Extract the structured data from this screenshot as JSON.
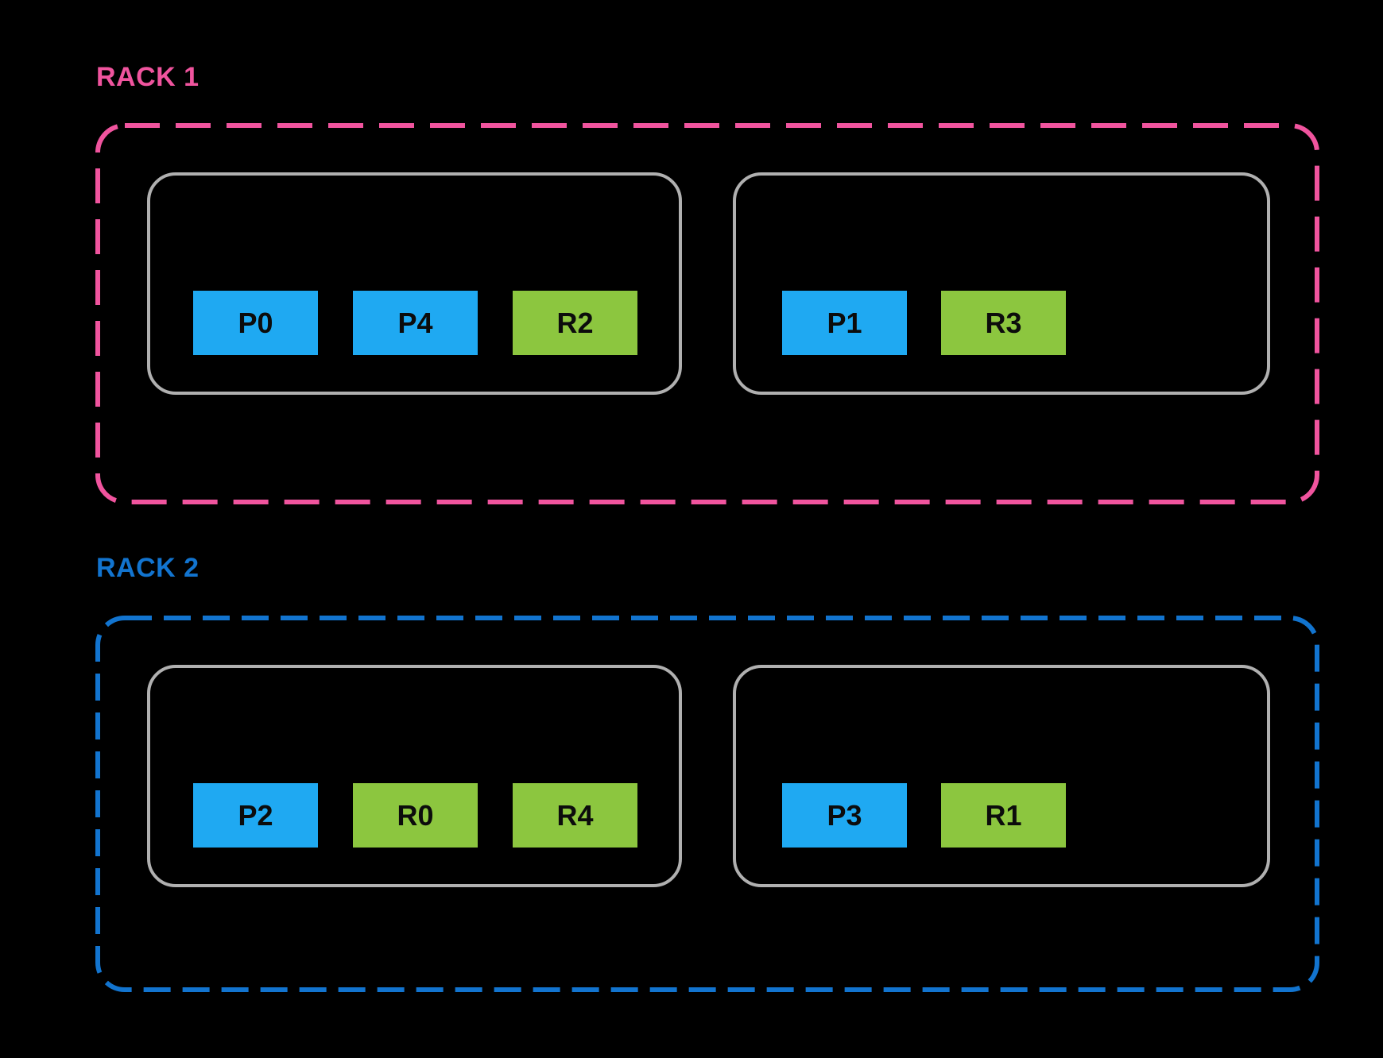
{
  "colors": {
    "background": "#000000",
    "rack1_accent": "#F0549E",
    "rack2_accent": "#1274CF",
    "primary_block": "#1FA9F2",
    "replica_block": "#8CC63F",
    "host_border": "#B0B0B0",
    "block_text": "#0C0C0C"
  },
  "racks": [
    {
      "label": "RACK 1",
      "border_color": "#F0549E",
      "hosts": [
        {
          "slots": [
            {
              "label": "P0",
              "type": "primary"
            },
            {
              "label": "P4",
              "type": "primary"
            },
            {
              "label": "R2",
              "type": "replica"
            }
          ]
        },
        {
          "slots": [
            {
              "label": "P1",
              "type": "primary"
            },
            {
              "label": "R3",
              "type": "replica"
            }
          ]
        }
      ]
    },
    {
      "label": "RACK 2",
      "border_color": "#1274CF",
      "hosts": [
        {
          "slots": [
            {
              "label": "P2",
              "type": "primary"
            },
            {
              "label": "R0",
              "type": "replica"
            },
            {
              "label": "R4",
              "type": "replica"
            }
          ]
        },
        {
          "slots": [
            {
              "label": "P3",
              "type": "primary"
            },
            {
              "label": "R1",
              "type": "replica"
            }
          ]
        }
      ]
    }
  ]
}
